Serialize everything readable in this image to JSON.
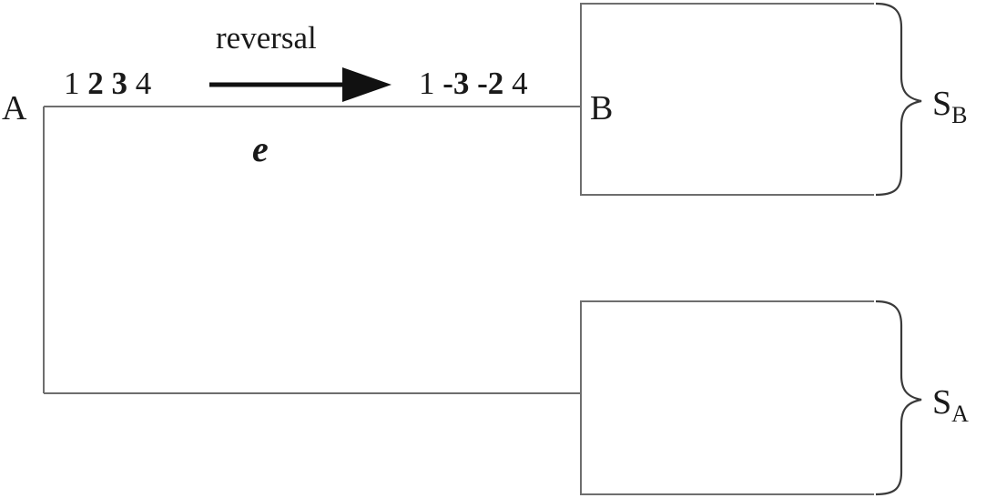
{
  "nodes": {
    "root": "A",
    "child": "B"
  },
  "edge": {
    "label": "e",
    "operation": "reversal"
  },
  "permutations": {
    "before": [
      {
        "text": "1",
        "bold": false
      },
      {
        "text": "2",
        "bold": true
      },
      {
        "text": "3",
        "bold": true
      },
      {
        "text": "4",
        "bold": false
      }
    ],
    "after": [
      {
        "text": "1",
        "bold": false
      },
      {
        "text": "-3",
        "bold": true
      },
      {
        "text": "-2",
        "bold": true
      },
      {
        "text": "4",
        "bold": false
      }
    ]
  },
  "subtrees": {
    "upper": {
      "letter": "S",
      "sub": "B"
    },
    "lower": {
      "letter": "S",
      "sub": "A"
    }
  },
  "colors": {
    "lines": "#6e6e6e",
    "text": "#1a1a1a",
    "arrow": "#111111"
  }
}
